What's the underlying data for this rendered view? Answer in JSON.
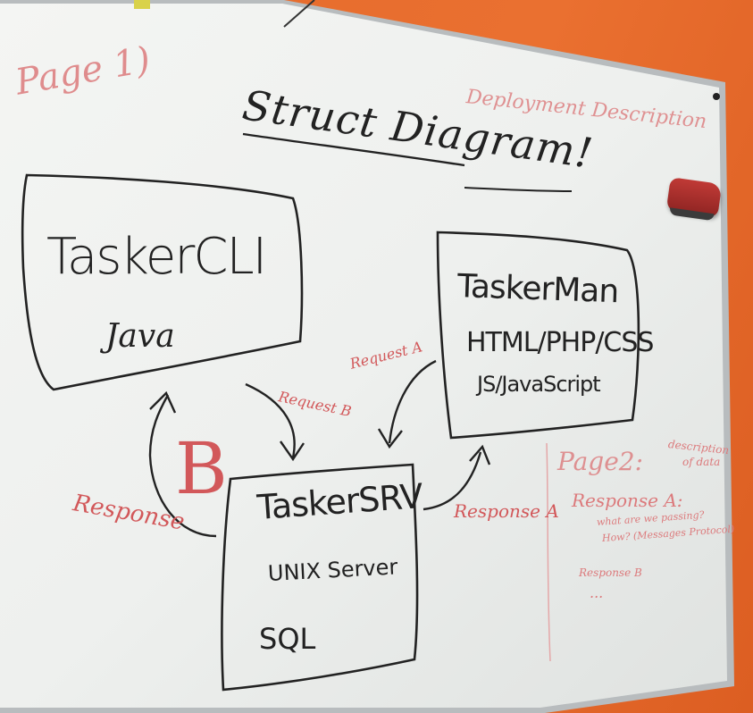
{
  "header": {
    "page_label": "Page 1)",
    "title": "Struct Diagram!",
    "deployment_label": "Deployment Description"
  },
  "boxes": {
    "cli": {
      "title": "TaskerCLI",
      "sub": "Java"
    },
    "man": {
      "title": "TaskerMan",
      "line1": "HTML/PHP/CSS",
      "line2": "JS/JavaScript"
    },
    "srv": {
      "title": "TaskerSRV",
      "line1": "UNIX Server",
      "line2": "SQL"
    }
  },
  "arrows": {
    "request_b": "Request B",
    "request_a": "Request A",
    "response_a": "Response A",
    "response": "Response",
    "b_mark": "B"
  },
  "notes": {
    "page2": "Page2:",
    "description": "description",
    "of_data": "of data",
    "response_a": "Response A:",
    "bullet1": "what are we passing?",
    "bullet2": "How? (Messages Protocol)",
    "bullet3": "Response B",
    "ellipsis": "..."
  }
}
